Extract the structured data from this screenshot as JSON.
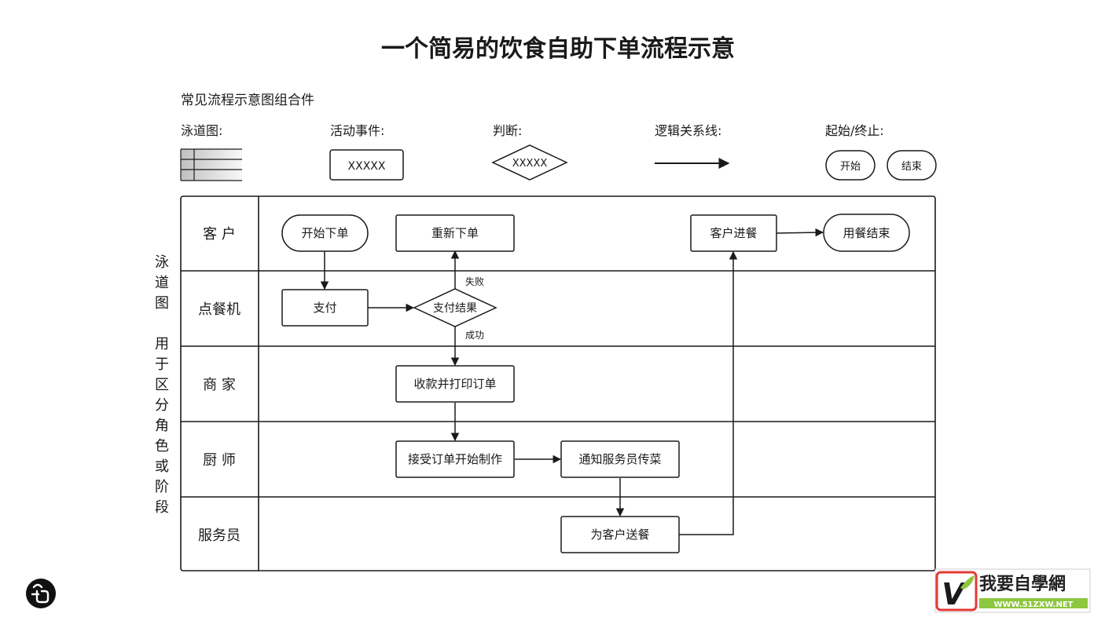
{
  "title": "一个简易的饮食自助下单流程示意",
  "legend": {
    "heading": "常见流程示意图组合件",
    "swimlane_label": "泳道图:",
    "activity_label": "活动事件:",
    "activity_sample": "XXXXX",
    "decision_label": "判断:",
    "decision_sample": "XXXXX",
    "connector_label": "逻辑关系线:",
    "terminal_label": "起始/终止:",
    "terminal_start": "开始",
    "terminal_end": "结束"
  },
  "side_note": {
    "chars": [
      "泳",
      "道",
      "图",
      "",
      "用",
      "于",
      "区",
      "分",
      "角",
      "色",
      "或",
      "阶",
      "段"
    ]
  },
  "lanes": [
    {
      "label": "客 户"
    },
    {
      "label": "点餐机"
    },
    {
      "label": "商 家"
    },
    {
      "label": "厨 师"
    },
    {
      "label": "服务员"
    }
  ],
  "nodes": {
    "start_order": "开始下单",
    "reorder": "重新下单",
    "customer_eating": "客户进餐",
    "meal_end": "用餐结束",
    "pay": "支付",
    "pay_result": "支付结果",
    "collect_print": "收款并打印订单",
    "accept_cook": "接受订单开始制作",
    "notify_waiter": "通知服务员传菜",
    "deliver": "为客户送餐"
  },
  "edge_labels": {
    "fail": "失败",
    "success": "成功"
  },
  "logo": {
    "badge_letter": "V",
    "name": "我要自學網",
    "url": "WWW.51ZXW.NET"
  },
  "colors": {
    "line": "#1a1a1a",
    "logo_green": "#8dc63f",
    "logo_red": "#e53935"
  }
}
